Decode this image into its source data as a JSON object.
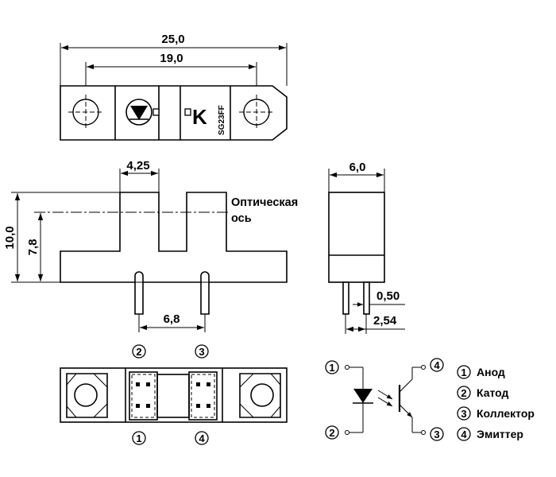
{
  "top_view": {
    "dim_overall": "25,0",
    "dim_holes": "19,0",
    "logo_letter": "K",
    "part_number": "SG23FF"
  },
  "front_view": {
    "dim_slot_width": "4,25",
    "dim_height_total": "10,0",
    "dim_axis_height": "7,8",
    "dim_pin_spacing": "6,8",
    "axis_label_line1": "Оптическая",
    "axis_label_line2": "ось"
  },
  "side_view": {
    "dim_width": "6,0",
    "dim_pin": "0,50",
    "dim_pitch": "2,54"
  },
  "bottom_view": {
    "pin_numbers": {
      "p1": "1",
      "p2": "2",
      "p3": "3",
      "p4": "4"
    }
  },
  "schematic": {
    "pin_numbers": {
      "p1": "1",
      "p2": "2",
      "p3": "3",
      "p4": "4"
    },
    "legend": [
      {
        "num": "1",
        "name": "Анод"
      },
      {
        "num": "2",
        "name": "Катод"
      },
      {
        "num": "3",
        "name": "Коллектор"
      },
      {
        "num": "4",
        "name": "Эмиттер"
      }
    ]
  }
}
